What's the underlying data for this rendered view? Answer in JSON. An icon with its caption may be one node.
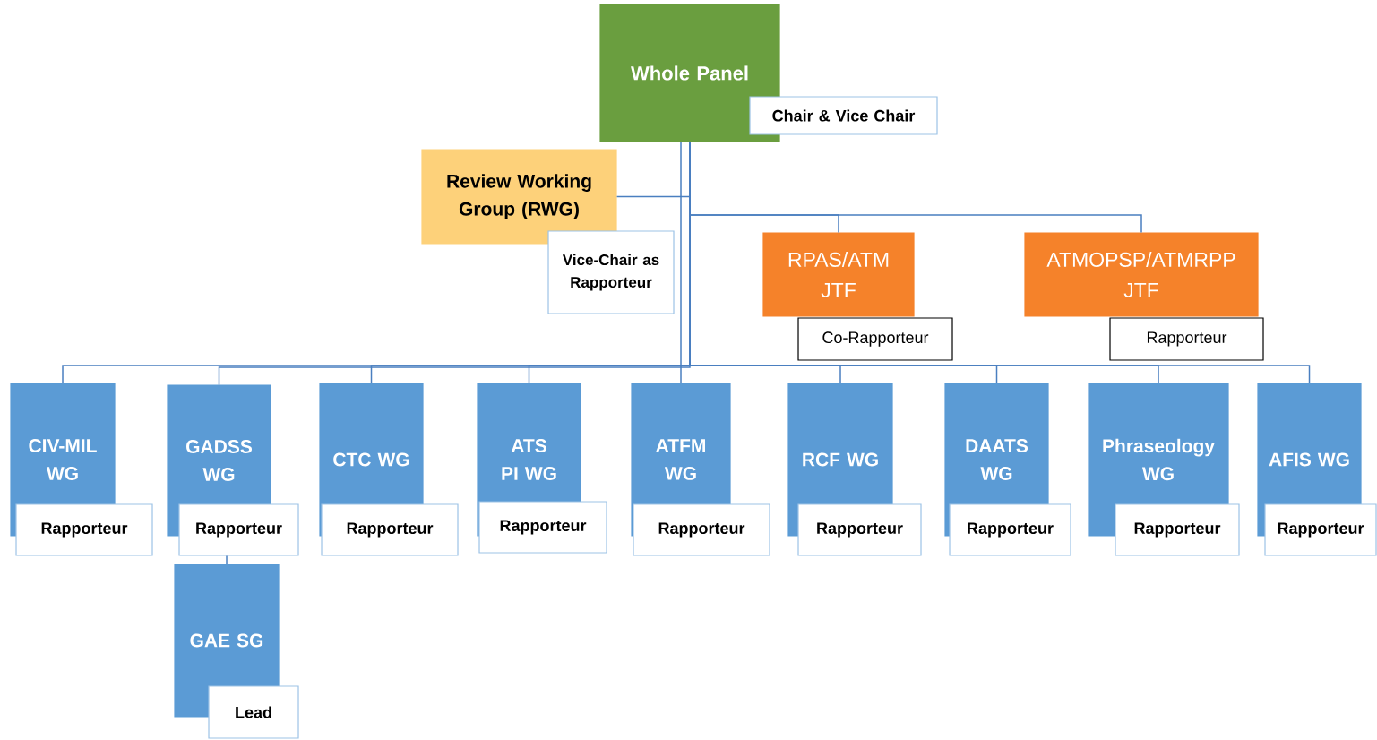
{
  "diagram": {
    "nodes": [
      {
        "text": [
          "Whole Panel"
        ]
      },
      {
        "text": [
          "Chair & Vice Chair"
        ]
      },
      {
        "text": [
          "Review Working Group (RWG)"
        ]
      },
      {
        "text": [
          "Vice-Chair as Rapporteur"
        ]
      },
      {
        "text": [
          "RPAS/ATM JTF"
        ]
      },
      {
        "text": [
          "Co-Rapporteur"
        ]
      },
      {
        "text": [
          "ATMOPSP/ATMRPP JTF"
        ]
      },
      {
        "text": [
          "Rapporteur"
        ]
      },
      {
        "text": [
          "CIV-MIL WG"
        ]
      },
      {
        "text": [
          "Rapporteur"
        ]
      },
      {
        "text": [
          "GADSS WG"
        ]
      },
      {
        "text": [
          "Rapporteur"
        ]
      },
      {
        "text": [
          "CTC WG"
        ]
      },
      {
        "text": [
          "Rapporteur"
        ]
      },
      {
        "text": [
          "ATS PI WG"
        ]
      },
      {
        "text": [
          "Rapporteur"
        ]
      },
      {
        "text": [
          "ATFM WG"
        ]
      },
      {
        "text": [
          "Rapporteur"
        ]
      },
      {
        "text": [
          "RCF WG"
        ]
      },
      {
        "text": [
          "Rapporteur"
        ]
      },
      {
        "text": [
          "DAATS WG"
        ]
      },
      {
        "text": [
          "Rapporteur"
        ]
      },
      {
        "text": [
          "Phraseology WG"
        ]
      },
      {
        "text": [
          "Rapporteur"
        ]
      },
      {
        "text": [
          "AFIS WG"
        ]
      },
      {
        "text": [
          "Rapporteur"
        ]
      },
      {
        "text": [
          "GAE SG"
        ]
      },
      {
        "text": [
          "Lead"
        ]
      }
    ],
    "edges": [
      {
        "from": 0,
        "to": 2,
        "arrow": "none"
      },
      {
        "from": 0,
        "to": 4,
        "arrow": "none"
      },
      {
        "from": 0,
        "to": 6,
        "arrow": "none"
      },
      {
        "from": 0,
        "to": 8,
        "arrow": "none"
      },
      {
        "from": 0,
        "to": 10,
        "arrow": "none"
      },
      {
        "from": 0,
        "to": 12,
        "arrow": "none"
      },
      {
        "from": 0,
        "to": 14,
        "arrow": "none"
      },
      {
        "from": 0,
        "to": 16,
        "arrow": "none"
      },
      {
        "from": 0,
        "to": 18,
        "arrow": "none"
      },
      {
        "from": 0,
        "to": 20,
        "arrow": "none"
      },
      {
        "from": 0,
        "to": 22,
        "arrow": "none"
      },
      {
        "from": 0,
        "to": 24,
        "arrow": "none"
      },
      {
        "from": 11,
        "to": 26,
        "arrow": "none"
      }
    ]
  }
}
